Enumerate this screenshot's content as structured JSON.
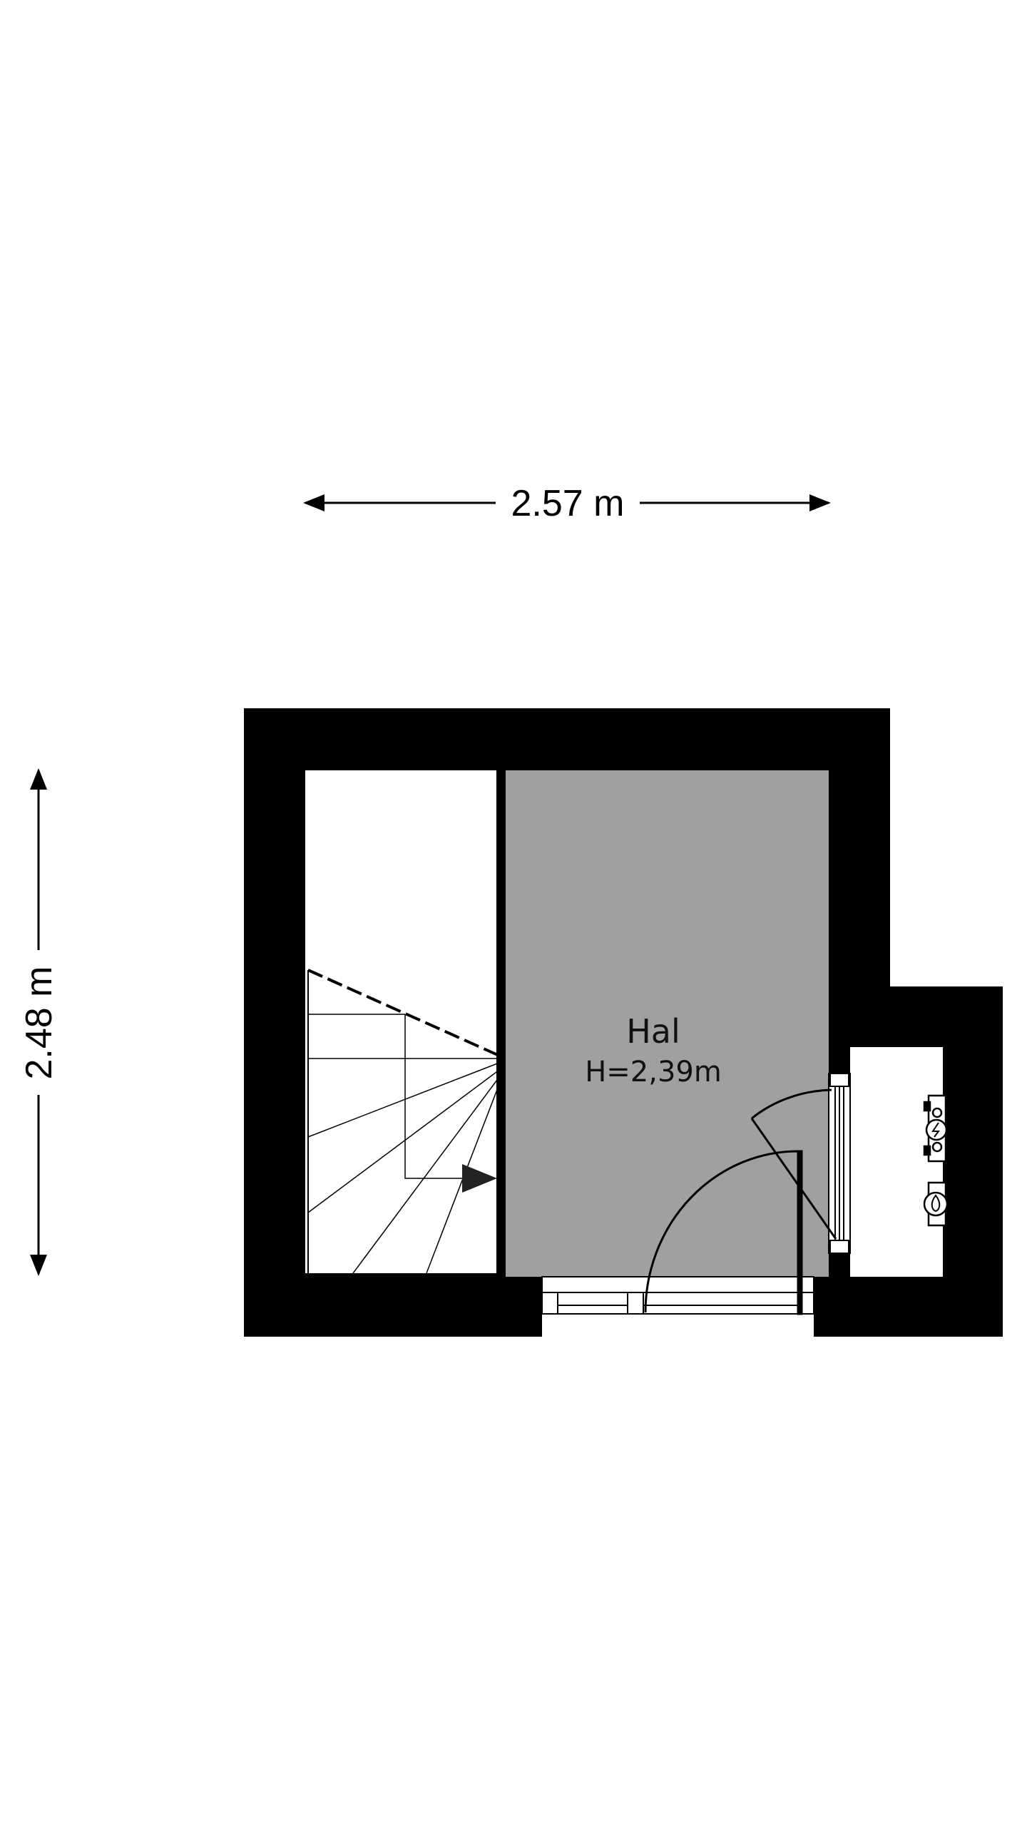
{
  "dimensions": {
    "width_label": "2.57 m",
    "height_label": "2.48 m"
  },
  "room": {
    "name": "Hal",
    "height_label": "H=2,39m"
  },
  "colors": {
    "wall": "#000000",
    "room_fill": "#a0a0a0",
    "background": "#ffffff",
    "line": "#000000"
  },
  "icons": {
    "meter_top": "electric-meter-icon",
    "meter_bottom": "gas-meter-icon",
    "stairs_arrow": "stairs-direction-arrow-icon"
  }
}
